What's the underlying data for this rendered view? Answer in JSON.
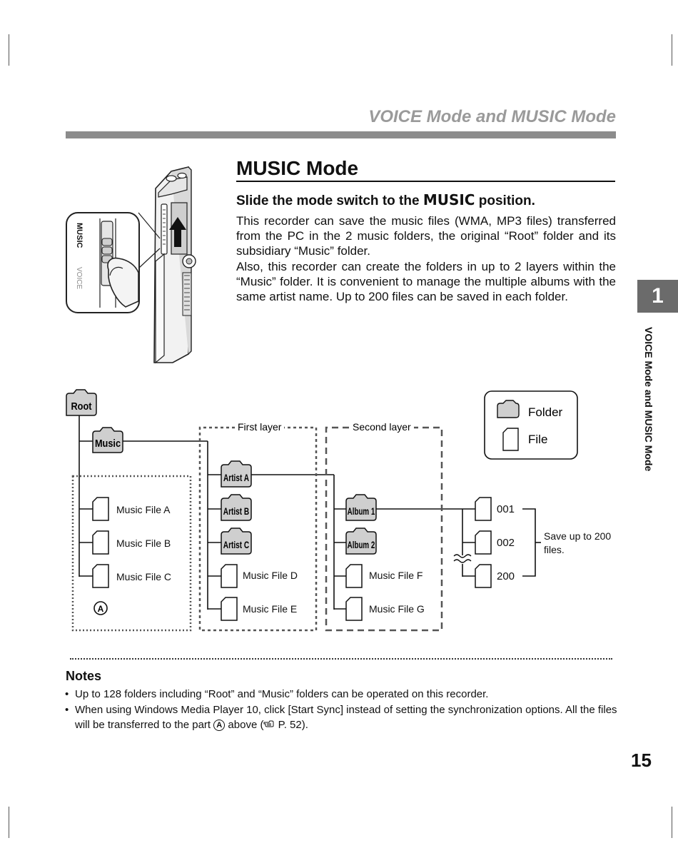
{
  "header": {
    "running_title": "VOICE Mode and MUSIC Mode",
    "side_title": "VOICE Mode and MUSIC Mode",
    "chapter_number": "1"
  },
  "section": {
    "title": "MUSIC Mode",
    "subheading_before": "Slide the mode switch to the ",
    "subheading_keyword": "MUSIC",
    "subheading_after": " position.",
    "paragraph_1": "This recorder can save the music files (WMA, MP3 files) transferred from the PC in the 2 music folders, the original “Root” folder and its subsidiary “Music” folder.",
    "paragraph_2": "Also, this recorder can create the folders in up to 2 layers within the “Music” folder. It is convenient to manage the multiple albums with the same artist name. Up to 200 files can be saved in each folder."
  },
  "device": {
    "switch_label_music": "MUSIC",
    "switch_label_voice": "VOICE"
  },
  "diagram": {
    "root_label": "Root",
    "music_label": "Music",
    "first_layer_label": "First layer",
    "second_layer_label": "Second layer",
    "artists": [
      "Artist A",
      "Artist B",
      "Artist C"
    ],
    "albums": [
      "Album 1",
      "Album 2"
    ],
    "root_files": [
      "Music File A",
      "Music File B",
      "Music File C"
    ],
    "music_files": [
      "Music File D",
      "Music File E"
    ],
    "artist_files": [
      "Music File F",
      "Music File G"
    ],
    "album_files": [
      "001",
      "002",
      "200"
    ],
    "save_note_line1": "Save up to 200",
    "save_note_line2": "files.",
    "marker": "A",
    "legend_folder": "Folder",
    "legend_file": "File"
  },
  "notes": {
    "heading": "Notes",
    "note_1": "Up to 128 folders including “Root” and “Music” folders can be operated on this recorder.",
    "note_2_before": "When using Windows Media Player 10, click [Start Sync] instead of setting the synchronization options. All the files will be transferred to the part ",
    "note_2_marker": "A",
    "note_2_middle": " above (",
    "note_2_ref_icon": "pointing-hand-icon",
    "note_2_after": " P. 52)."
  },
  "page_number": "15"
}
